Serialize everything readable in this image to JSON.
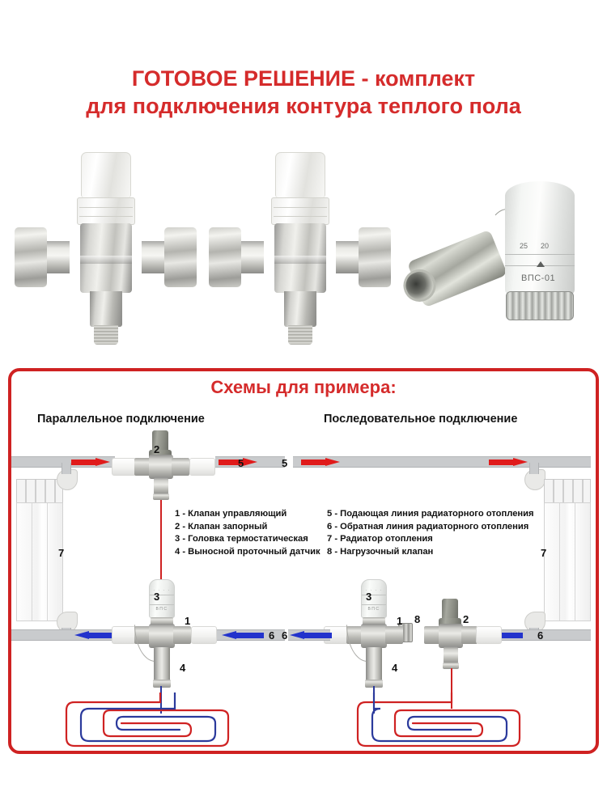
{
  "title": {
    "line1": "ГОТОВОЕ РЕШЕНИЕ - комплект",
    "line2": "для подключения контура теплого пола",
    "color": "#d52b2b"
  },
  "products": [
    {
      "name": "three-way-valve-1",
      "cap": "white-plastic-cap"
    },
    {
      "name": "three-way-valve-2",
      "cap": "white-plastic-cap"
    },
    {
      "name": "thermostatic-head",
      "scale_left": "25",
      "scale_right": "20",
      "model_text": "ВПС-01",
      "pointer": "triangle-up"
    }
  ],
  "frame": {
    "title": "Схемы для примера:",
    "border_color": "#cf2222"
  },
  "schemes": {
    "left_heading": "Параллельное подключение",
    "right_heading": "Последовательное подключение"
  },
  "legend": {
    "column1": [
      "1 - Клапан управляющий",
      "2 - Клапан запорный",
      "3 - Головка термостатическая",
      "4 - Выносной проточный датчик"
    ],
    "column2": [
      "5 - Подающая линия радиаторного отопления",
      "6 - Обратная линия радиаторного отопления",
      "7 - Радиатор отопления",
      "8 - Нагрузочный клапан"
    ]
  },
  "callouts": {
    "top_left_valve": "2",
    "top_left_supply": "5",
    "top_right_supply": "5",
    "left_radiator": "7",
    "right_radiator": "7",
    "bottom_left_head": "3",
    "bottom_left_valve": "1",
    "bottom_left_sensor": "4",
    "bottom_left_return_a": "6",
    "bottom_left_return_b": "6",
    "bottom_right_head": "3",
    "bottom_right_valve": "1",
    "bottom_right_sensor": "4",
    "bottom_right_check": "8",
    "bottom_right_shutoff": "2",
    "bottom_right_return_a": "6",
    "bottom_right_return_b": "6"
  },
  "colors": {
    "supply_arrow": "#e01b1b",
    "return_arrow": "#2233cc",
    "floor_supply_pipe": "#cf2222",
    "floor_return_pipe": "#2b3a9c",
    "pipe_gray": "#c9cbcd"
  }
}
